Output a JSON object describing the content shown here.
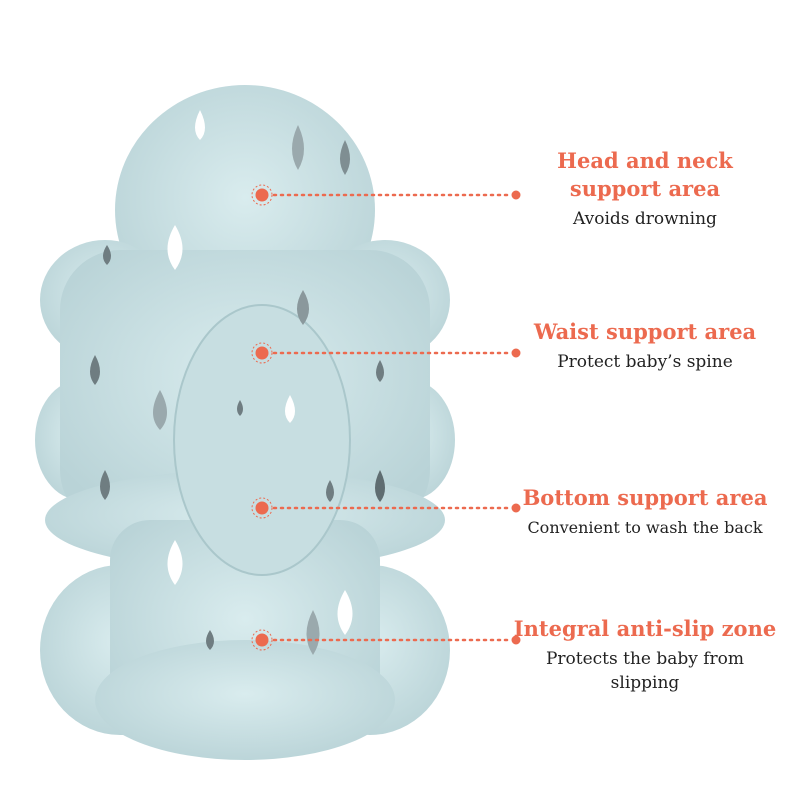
{
  "accent_color": "#ec6a4f",
  "product_color": "#cfe4e7",
  "callouts": [
    {
      "title": "Head and neck support area",
      "desc": "Avoids drowning"
    },
    {
      "title": "Waist support area",
      "desc": "Protect baby’s spine"
    },
    {
      "title": "Bottom support area",
      "desc": "Convenient to wash the back"
    },
    {
      "title": "Integral anti-slip zone",
      "desc": "Protects the baby from slipping"
    }
  ]
}
